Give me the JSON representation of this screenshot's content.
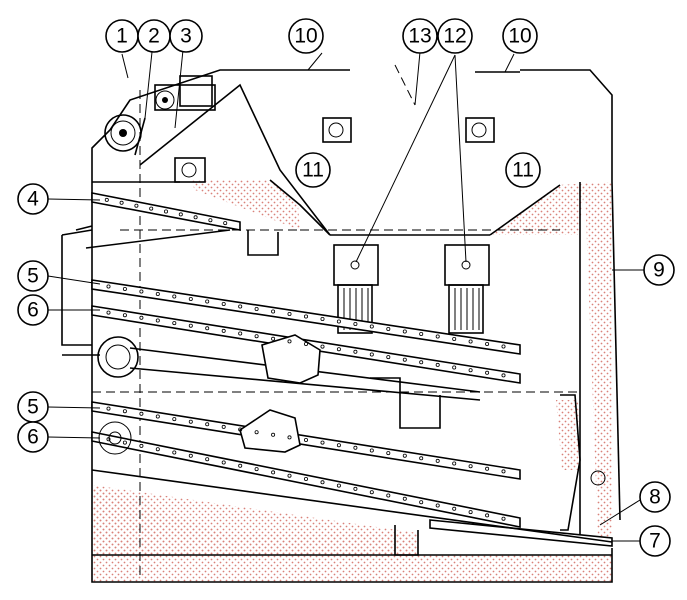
{
  "callouts": [
    {
      "id": "c1",
      "label": "1"
    },
    {
      "id": "c2",
      "label": "2"
    },
    {
      "id": "c3",
      "label": "3"
    },
    {
      "id": "c10a",
      "label": "10"
    },
    {
      "id": "c13",
      "label": "13"
    },
    {
      "id": "c12",
      "label": "12"
    },
    {
      "id": "c10b",
      "label": "10"
    },
    {
      "id": "c11a",
      "label": "11"
    },
    {
      "id": "c11b",
      "label": "11"
    },
    {
      "id": "c4",
      "label": "4"
    },
    {
      "id": "c5a",
      "label": "5"
    },
    {
      "id": "c6a",
      "label": "6"
    },
    {
      "id": "c9",
      "label": "9"
    },
    {
      "id": "c5b",
      "label": "5"
    },
    {
      "id": "c6b",
      "label": "6"
    },
    {
      "id": "c8",
      "label": "8"
    },
    {
      "id": "c7",
      "label": "7"
    }
  ],
  "colors": {
    "line": "#000000",
    "insulation_dots": "#d9827a",
    "background": "#ffffff"
  }
}
